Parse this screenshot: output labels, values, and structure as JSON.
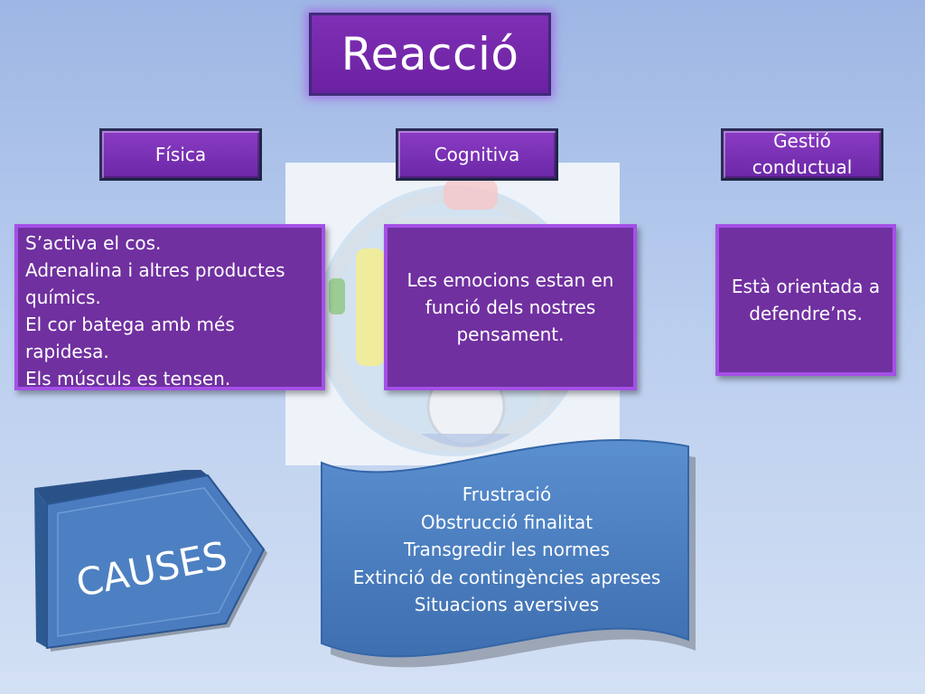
{
  "title": "Reacció",
  "headers": {
    "fisica": "Física",
    "cognitiva": "Cognitiva",
    "gestio_line1": "Gestió",
    "gestio_line2": "conductual"
  },
  "fisica_box": {
    "lines": [
      "S’activa el cos.",
      "Adrenalina i altres productes",
      "químics.",
      "El cor batega amb més",
      "rapidesa.",
      "Els músculs es tensen."
    ]
  },
  "cognitiva_box": {
    "text": "Les emocions estan en funció dels nostres pensament."
  },
  "gestio_box": {
    "text": "Està orientada a defendre’ns."
  },
  "causes_label": "CAUSES",
  "causes_list": [
    "Frustració",
    "Obstrucció finalitat",
    "Transgredir les normes",
    "Extinció de contingències apreses",
    "Situacions aversives"
  ],
  "colors": {
    "purple_box": "#7030a0",
    "purple_border": "#a450e6",
    "banner_blue": "#4a7fc0",
    "arrow_blue": "#4777b9",
    "background": "#b9cdee"
  }
}
